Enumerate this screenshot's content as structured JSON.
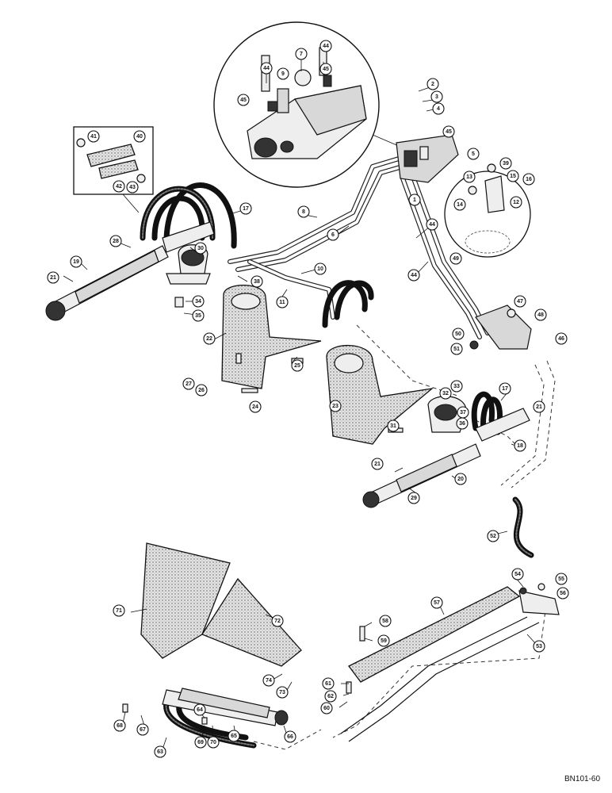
{
  "drawing_ref": "BN101-60",
  "callouts": [
    {
      "id": "c44a",
      "label": "44"
    },
    {
      "id": "c7",
      "label": "7"
    },
    {
      "id": "c44b",
      "label": "44"
    },
    {
      "id": "c9",
      "label": "9"
    },
    {
      "id": "c45a",
      "label": "45"
    },
    {
      "id": "c45b",
      "label": "45"
    },
    {
      "id": "c2",
      "label": "2"
    },
    {
      "id": "c3",
      "label": "3"
    },
    {
      "id": "c4",
      "label": "4"
    },
    {
      "id": "c41",
      "label": "41"
    },
    {
      "id": "c40",
      "label": "40"
    },
    {
      "id": "c42",
      "label": "42"
    },
    {
      "id": "c43",
      "label": "43"
    },
    {
      "id": "c45c",
      "label": "45"
    },
    {
      "id": "c5",
      "label": "5"
    },
    {
      "id": "c1",
      "label": "1"
    },
    {
      "id": "c13",
      "label": "13"
    },
    {
      "id": "c39",
      "label": "39"
    },
    {
      "id": "c15",
      "label": "15"
    },
    {
      "id": "c16",
      "label": "16"
    },
    {
      "id": "c14",
      "label": "14"
    },
    {
      "id": "c12",
      "label": "12"
    },
    {
      "id": "c17a",
      "label": "17"
    },
    {
      "id": "c8",
      "label": "8"
    },
    {
      "id": "c6",
      "label": "6"
    },
    {
      "id": "c44c",
      "label": "44"
    },
    {
      "id": "c44d",
      "label": "44"
    },
    {
      "id": "c49",
      "label": "49"
    },
    {
      "id": "c28",
      "label": "28"
    },
    {
      "id": "c30",
      "label": "30"
    },
    {
      "id": "c19",
      "label": "19"
    },
    {
      "id": "c21a",
      "label": "21"
    },
    {
      "id": "c10",
      "label": "10"
    },
    {
      "id": "c38",
      "label": "38"
    },
    {
      "id": "c11",
      "label": "11"
    },
    {
      "id": "c34",
      "label": "34"
    },
    {
      "id": "c35",
      "label": "35"
    },
    {
      "id": "c47",
      "label": "47"
    },
    {
      "id": "c48",
      "label": "48"
    },
    {
      "id": "c50",
      "label": "50"
    },
    {
      "id": "c51",
      "label": "51"
    },
    {
      "id": "c46",
      "label": "46"
    },
    {
      "id": "c22",
      "label": "22"
    },
    {
      "id": "c25",
      "label": "25"
    },
    {
      "id": "c27",
      "label": "27"
    },
    {
      "id": "c26",
      "label": "26"
    },
    {
      "id": "c24",
      "label": "24"
    },
    {
      "id": "c33",
      "label": "33"
    },
    {
      "id": "c32",
      "label": "32"
    },
    {
      "id": "c37",
      "label": "37"
    },
    {
      "id": "c36",
      "label": "36"
    },
    {
      "id": "c17b",
      "label": "17"
    },
    {
      "id": "c21b",
      "label": "21"
    },
    {
      "id": "c23",
      "label": "23"
    },
    {
      "id": "c31",
      "label": "31"
    },
    {
      "id": "c18",
      "label": "18"
    },
    {
      "id": "c21c",
      "label": "21"
    },
    {
      "id": "c20",
      "label": "20"
    },
    {
      "id": "c29",
      "label": "29"
    },
    {
      "id": "c52",
      "label": "52"
    },
    {
      "id": "c54",
      "label": "54"
    },
    {
      "id": "c55",
      "label": "55"
    },
    {
      "id": "c56",
      "label": "56"
    },
    {
      "id": "c71",
      "label": "71"
    },
    {
      "id": "c72",
      "label": "72"
    },
    {
      "id": "c57",
      "label": "57"
    },
    {
      "id": "c58",
      "label": "58"
    },
    {
      "id": "c59",
      "label": "59"
    },
    {
      "id": "c53",
      "label": "53"
    },
    {
      "id": "c74",
      "label": "74"
    },
    {
      "id": "c73",
      "label": "73"
    },
    {
      "id": "c61",
      "label": "61"
    },
    {
      "id": "c62",
      "label": "62"
    },
    {
      "id": "c60",
      "label": "60"
    },
    {
      "id": "c68",
      "label": "68"
    },
    {
      "id": "c67",
      "label": "67"
    },
    {
      "id": "c64",
      "label": "64"
    },
    {
      "id": "c69",
      "label": "69"
    },
    {
      "id": "c70",
      "label": "70"
    },
    {
      "id": "c65",
      "label": "65"
    },
    {
      "id": "c66",
      "label": "66"
    },
    {
      "id": "c63",
      "label": "63"
    }
  ]
}
